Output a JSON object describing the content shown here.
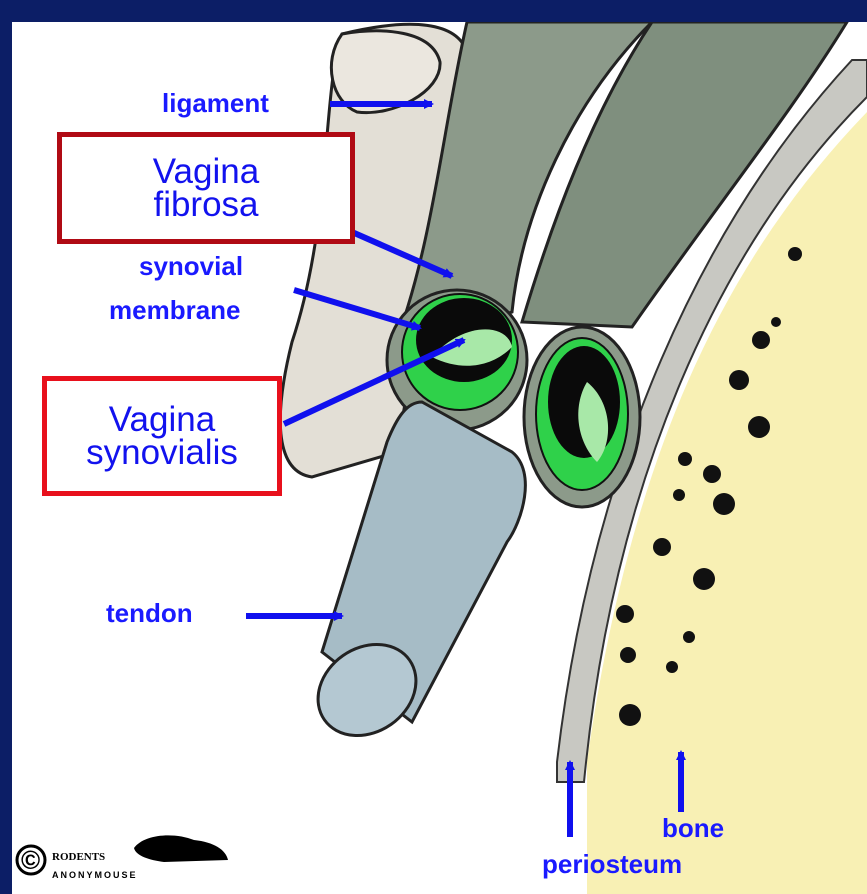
{
  "labels": {
    "ligament": "ligament",
    "synovial_line1": "synovial",
    "synovial_line2": "membrane",
    "tendon": "tendon",
    "bone": "bone",
    "periosteum": "periosteum"
  },
  "boxes": {
    "vagina_fibrosa_line1": "Vagina",
    "vagina_fibrosa_line2": "fibrosa",
    "vagina_synovialis_line1": "Vagina",
    "vagina_synovialis_line2": "synovialis"
  },
  "watermark": {
    "symbol": "©",
    "line1": "RODENTS",
    "line2": "ANONYMOUSE"
  },
  "colors": {
    "frame": "#0c1e66",
    "label_text": "#1a1aff",
    "arrow": "#1010ee",
    "fibrosa_border": "#b00a14",
    "synovialis_border": "#e8101c",
    "ligament": "#e3dfd6",
    "sheath": "#8c9a8a",
    "tendon": "#a6bcc6",
    "bone": "#f8f0b4",
    "synovial": "#2fd14a"
  }
}
